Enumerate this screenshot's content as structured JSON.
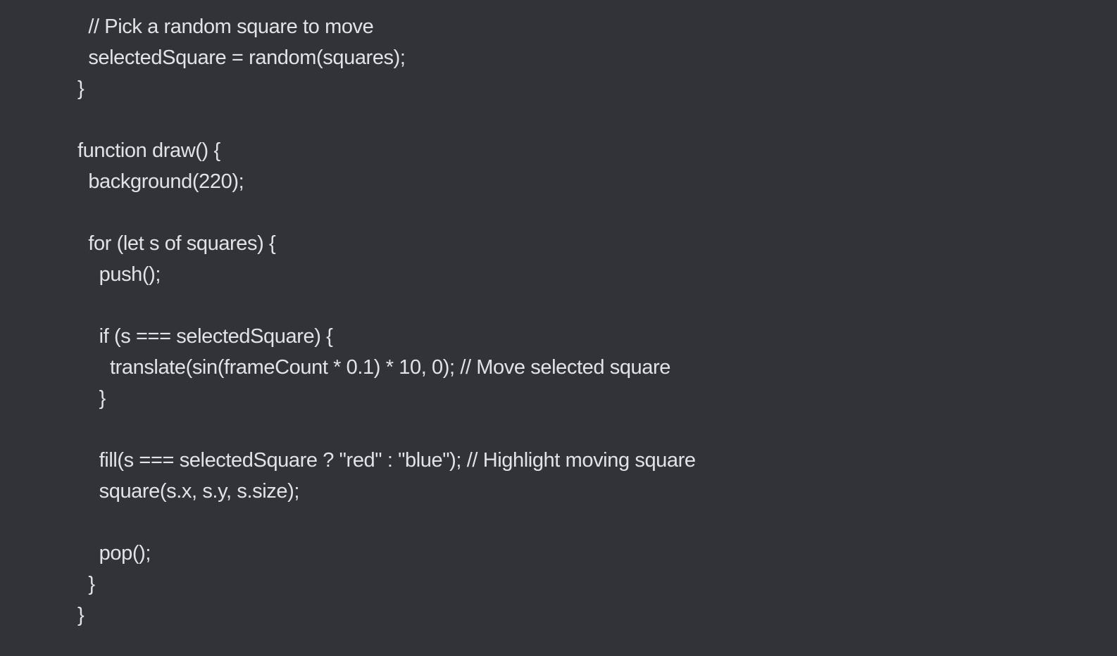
{
  "editor": {
    "background": "#323338",
    "text_color": "#e2e3e6",
    "lines": [
      "  // Pick a random square to move",
      "  selectedSquare = random(squares);",
      "}",
      "",
      "function draw() {",
      "  background(220);",
      "",
      "  for (let s of squares) {",
      "    push();",
      "",
      "    if (s === selectedSquare) {",
      "      translate(sin(frameCount * 0.1) * 10, 0); // Move selected square",
      "    }",
      "",
      "    fill(s === selectedSquare ? \"red\" : \"blue\"); // Highlight moving square",
      "    square(s.x, s.y, s.size);",
      "",
      "    pop();",
      "  }",
      "}"
    ]
  }
}
